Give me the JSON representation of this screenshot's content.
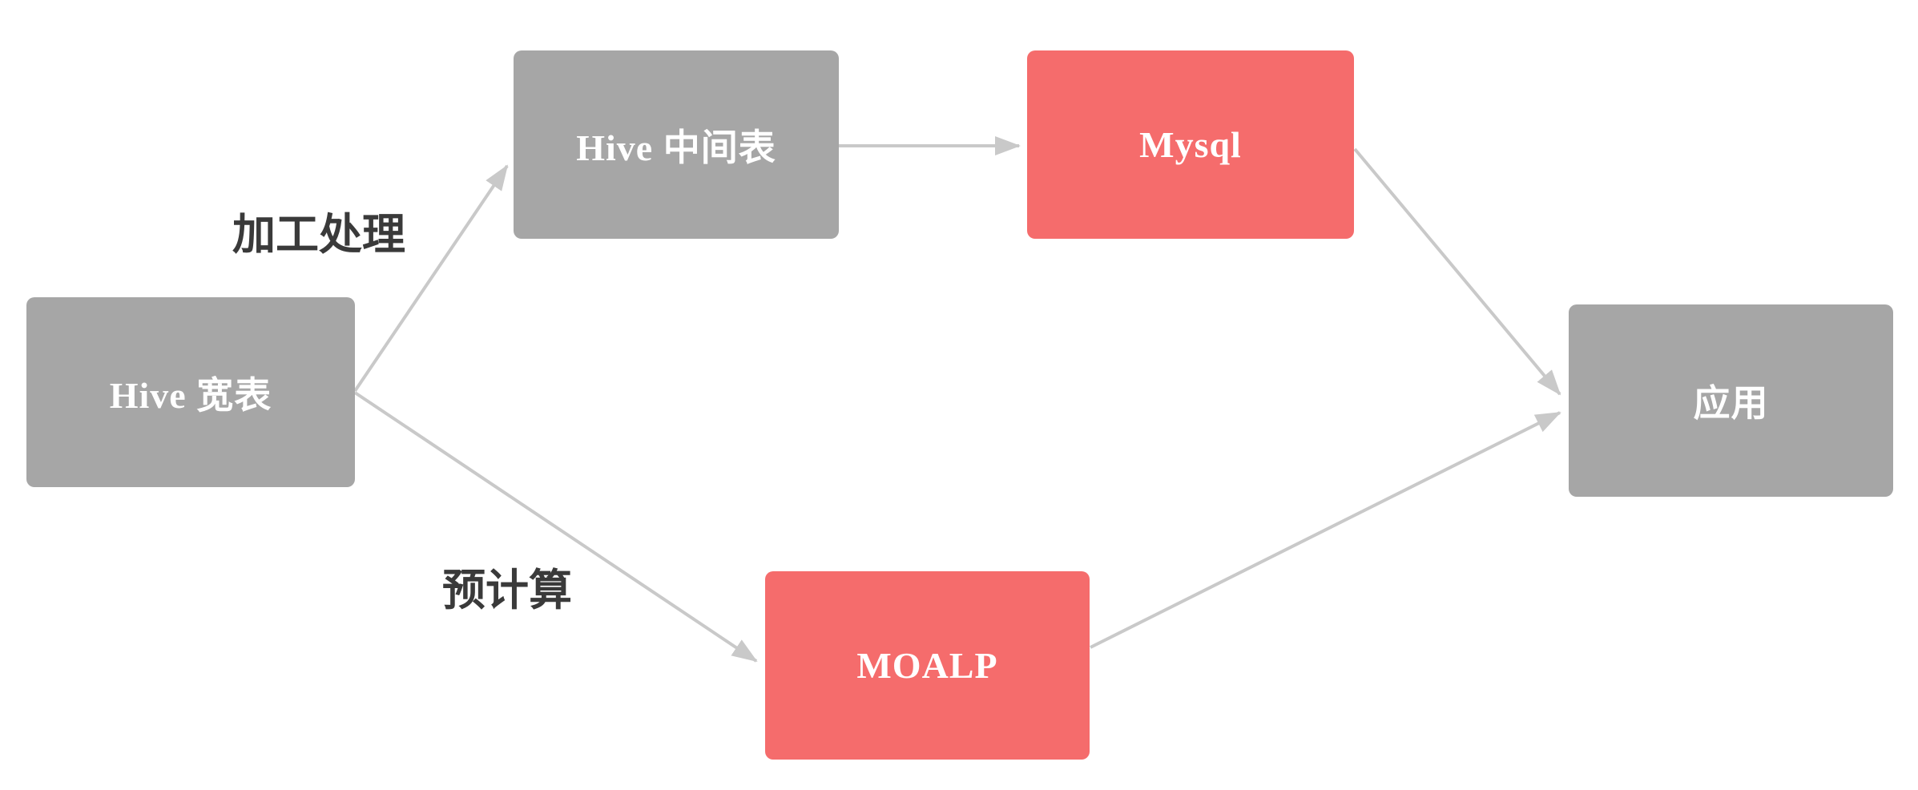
{
  "diagram": {
    "nodes": [
      {
        "id": "hive_wide",
        "label": "Hive 宽表",
        "color": "#a6a6a6",
        "text_color": "#ffffff"
      },
      {
        "id": "hive_intermediate",
        "label": "Hive 中间表",
        "color": "#a6a6a6",
        "text_color": "#ffffff"
      },
      {
        "id": "mysql",
        "label": "Mysql",
        "color": "#f56c6c",
        "text_color": "#ffffff"
      },
      {
        "id": "moalp",
        "label": "MOALP",
        "color": "#f56c6c",
        "text_color": "#ffffff"
      },
      {
        "id": "application",
        "label": "应用",
        "color": "#a6a6a6",
        "text_color": "#ffffff"
      }
    ],
    "edges": [
      {
        "from": "hive_wide",
        "to": "hive_intermediate",
        "label": "加工处理"
      },
      {
        "from": "hive_intermediate",
        "to": "mysql",
        "label": ""
      },
      {
        "from": "mysql",
        "to": "application",
        "label": ""
      },
      {
        "from": "hive_wide",
        "to": "moalp",
        "label": "预计算"
      },
      {
        "from": "moalp",
        "to": "application",
        "label": ""
      }
    ],
    "colors": {
      "node_gray": "#a6a6a6",
      "node_red": "#f56c6c",
      "node_text": "#ffffff",
      "arrow": "#c9c9c9",
      "edge_label": "#3a3a3a",
      "background": "#ffffff"
    }
  }
}
